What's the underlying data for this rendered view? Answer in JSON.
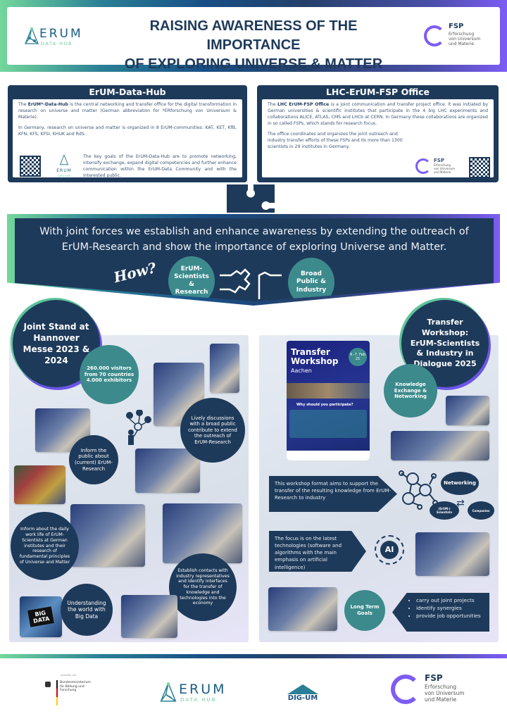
{
  "header": {
    "title_line1": "RAISING AWARENESS OF THE IMPORTANCE",
    "title_line2": "OF EXPLORING UNIVERSE & MATTER",
    "erum_logo": {
      "name": "ERUM",
      "sub": "DATA HUB"
    },
    "fsp_logo": {
      "name": "FSP",
      "line1": "Erforschung",
      "line2": "von Universum",
      "line3": "und Materie"
    }
  },
  "erum_box": {
    "title": "ErUM-Data-Hub",
    "p1_pre": "The ",
    "p1_bold": "ErUM*-Data-Hub",
    "p1_rest": " is the central networking and transfer office for the digital transformation in research on universe and matter (German abbreviation for *ERforschung von Universum & Materie).",
    "p2": "In Germany, research on universe and matter is organized in 8 ErUM-communities: KAT, KET, KfB, KFN, KFS, KFSI, KHUK and RdS.",
    "p3": "The key goals of the ErUM-Data-Hub are to promote networking, intensify exchange, expand digital competencies and further enhance communication within the ErUM-Data Community and with the interested public.",
    "logo_name": "ERUM",
    "logo_sub": "DATA HUB"
  },
  "fsp_box": {
    "title": "LHC-ErUM-FSP Office",
    "p1_pre": "The ",
    "p1_bold": "LHC ErUM-FSP Office",
    "p1_rest": " is a joint communication and transfer project office. It was initiated by German universities & scientific institutes that participate in the 4 big LHC experiments and collaborations ALICE, ATLAS, CMS and LHCb at CERN. In Germany these collaborations are organized in so called FSPs, which stands for research focus.",
    "p2": "The office coordinates and organizes the joint outreach and industry transfer efforts of these FSPs and its more than 1300 scientists in 29 institutes in Germany.",
    "logo_name": "FSP",
    "logo_l1": "Erforschung",
    "logo_l2": "von Universum",
    "logo_l3": "und Materie"
  },
  "banner": {
    "text": "With joint forces we establish and enhance awareness by extending the outreach of ErUM-Research and show the importance of exploring Universe and Matter.",
    "how": "How?",
    "left_circle": "ErUM-Scientists & Research",
    "right_circle": "Broad Public & Industry"
  },
  "hannover": {
    "title": "Joint Stand at Hannover Messe 2023 & 2024",
    "stats": "260.000 visitors from 70 countries 4.000 exhibitors",
    "inform_public": "Inform the public about (current) ErUM-Research",
    "lively": "Lively discussions with a broad public contribute to extend the outreach of ErUM-Research",
    "daily_work": "Inform about the daily work life of ErUM-Scientists at German institutes and their research of fundamental principles of Universe and Matter",
    "establish": "Establish contacts with industry representatives and identify interfaces for the transfer of knowledge and technologies into the economy",
    "big_data": "Understanding the world with Big Data",
    "big_data_photo": "BIG DATA"
  },
  "workshop": {
    "title": "Transfer Workshop: ErUM-Scientists & Industry in Dialogue 2025",
    "poster": {
      "title1": "Transfer",
      "title2": "Workshop",
      "city": "Aachen",
      "date": "6.-7. Feb 25",
      "question": "Why should you participate?"
    },
    "knowledge": "Knowledge Exchange & Networking",
    "aims": "This workshop format aims to support the transfer of the resulting knowledge from ErUM-Research to industry",
    "networking": "Networking",
    "scientists": "(ErUM-) Scientists",
    "companies": "Companies",
    "focus": "The focus is on the latest technologies  (software and algorithms with the main emphasis on artificial intelligence)",
    "ai": "AI",
    "long_term": "Long Term Goals",
    "goals": [
      "carry out joint projects",
      "identify synergies",
      "provide job opportunities"
    ]
  },
  "footer": {
    "bmbf_top": "GEFÖRDERT VOM",
    "bmbf": "Bundesministerium für Bildung und Forschung",
    "erum": "ERUM",
    "erum_sub": "DATA HUB",
    "digum": "DIG-UM",
    "fsp": "FSP",
    "fsp_l1": "Erforschung",
    "fsp_l2": "von Universum",
    "fsp_l3": "und Materie"
  },
  "colors": {
    "navy": "#1e3a5a",
    "teal": "#3c8a8c",
    "green": "#74d79c",
    "purple": "#7d5cf5"
  }
}
